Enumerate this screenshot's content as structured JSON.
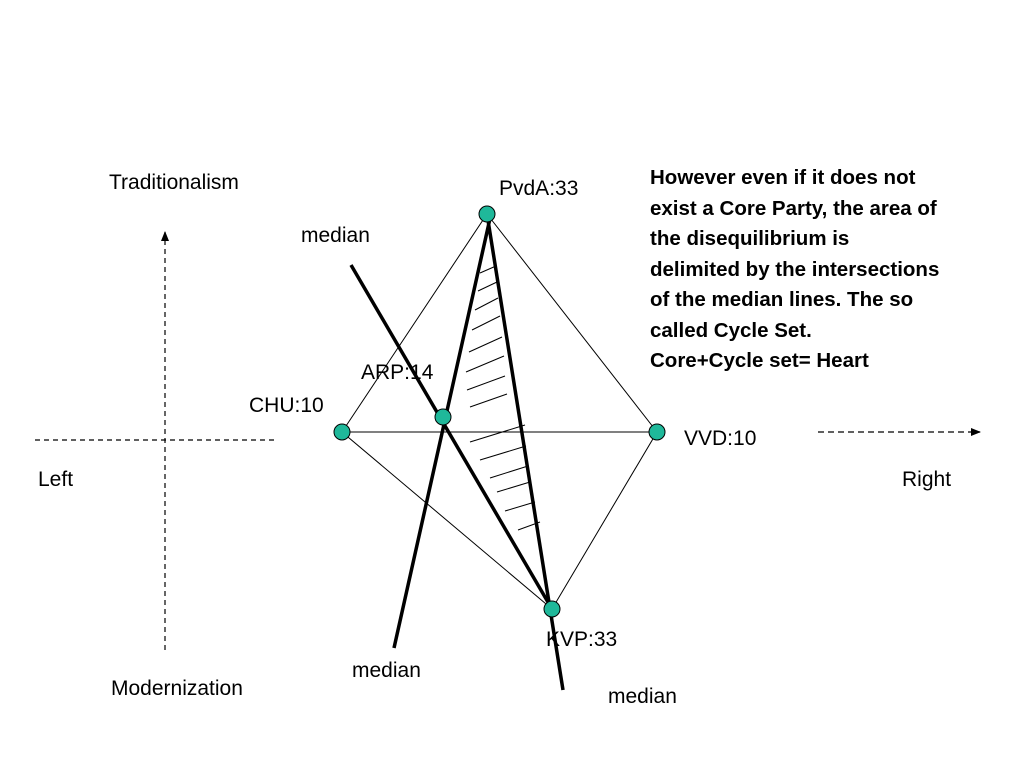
{
  "axes": {
    "top": "Traditionalism",
    "bottom": "Modernization",
    "left": "Left",
    "right": "Right"
  },
  "parties": [
    {
      "id": "pvda",
      "label": "PvdA:33"
    },
    {
      "id": "chu",
      "label": "CHU:10"
    },
    {
      "id": "arp",
      "label": "ARP:14"
    },
    {
      "id": "vvd",
      "label": "VVD:10"
    },
    {
      "id": "kvp",
      "label": "KVP:33"
    }
  ],
  "median_labels": [
    "median",
    "median",
    "median"
  ],
  "note": {
    "lines": [
      "However even if it does not",
      "exist a Core Party, the area of",
      "the disequilibrium is",
      "delimited by the intersections",
      "of the median lines. The so",
      "called Cycle Set.",
      "Core+Cycle set= Heart"
    ]
  },
  "colors": {
    "node_fill": "#1fb89a",
    "line": "#000000"
  }
}
